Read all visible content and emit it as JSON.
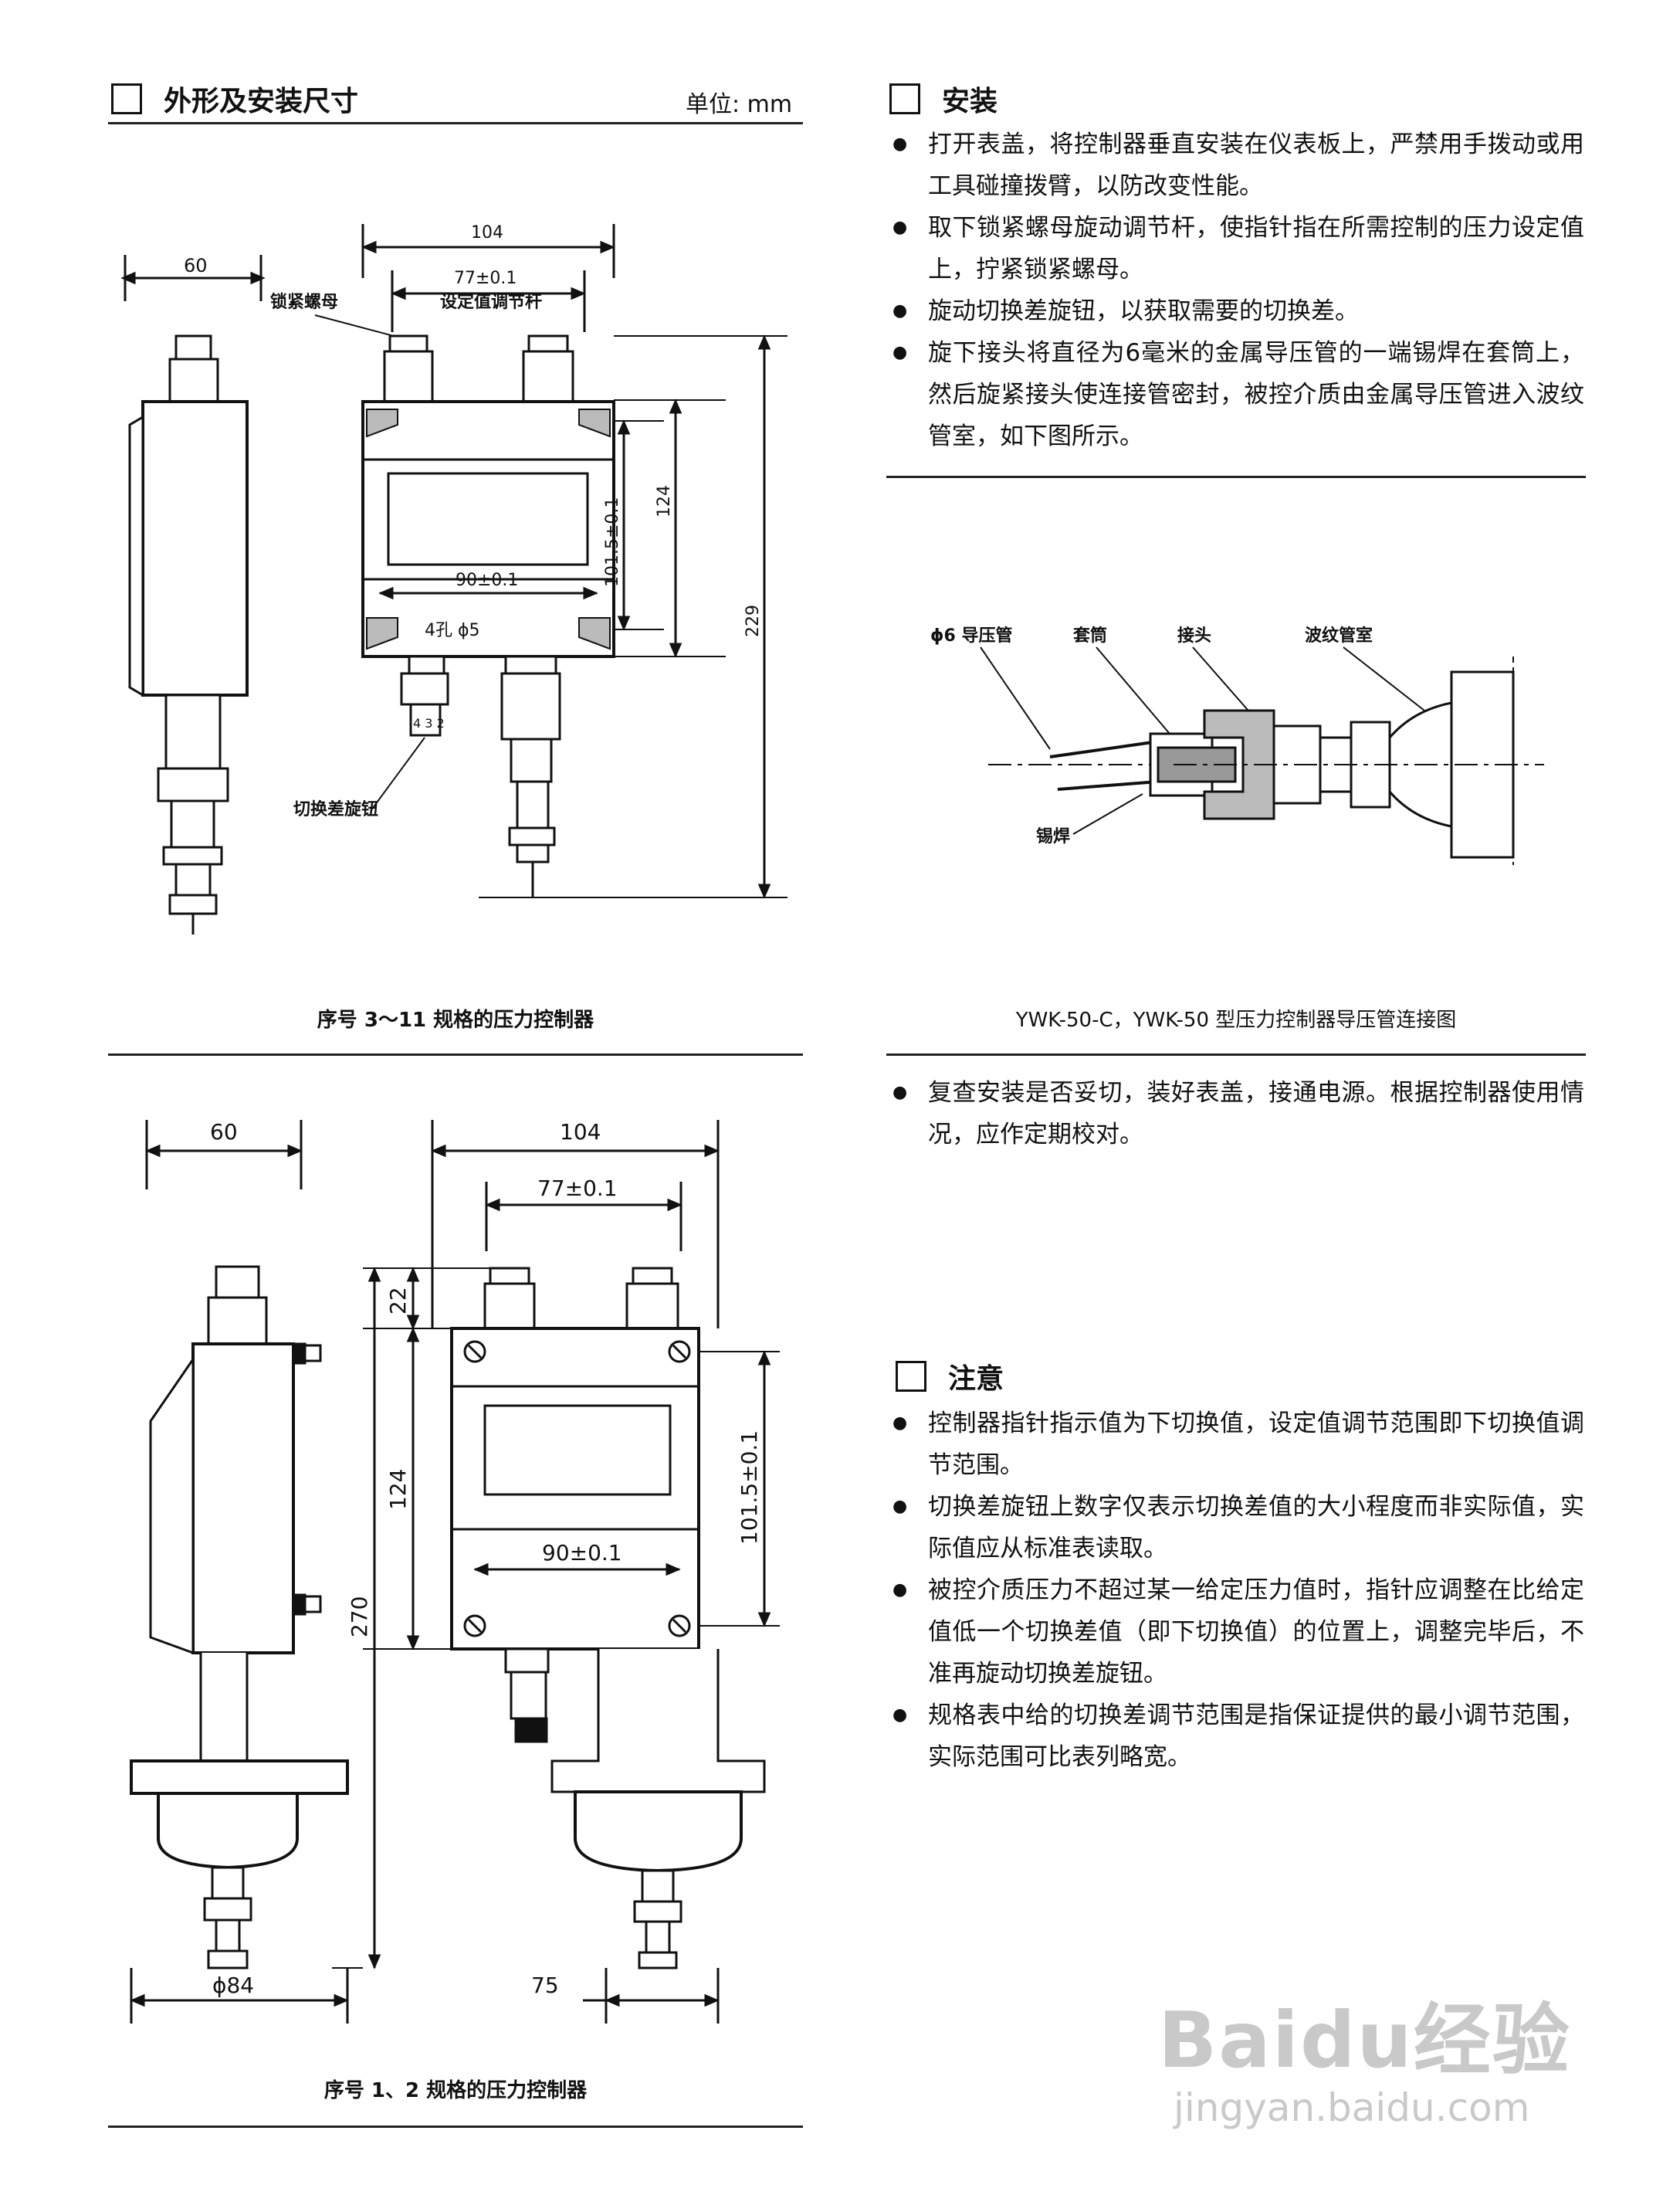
{
  "left": {
    "section_title": "外形及安装尺寸",
    "unit": "单位: mm",
    "fig1": {
      "caption": "序号 3～11 规格的压力控制器",
      "dims": {
        "w60": "60",
        "w104": "104",
        "w77": "77±0.1",
        "w90": "90±0.1",
        "h101": "101.5±0.1",
        "h124": "124",
        "h229": "229",
        "holes": "4孔 ϕ5",
        "knob_digits": "4 3 2"
      },
      "labels": {
        "lock_nut": "锁紧螺母",
        "set_rod": "设定值调节杆",
        "diff_knob": "切换差旋钮"
      }
    },
    "fig2": {
      "caption": "序号 1、2 规格的压力控制器",
      "dims": {
        "w60": "60",
        "w104": "104",
        "w77": "77±0.1",
        "w90": "90±0.1",
        "h22": "22",
        "h124": "124",
        "h270": "270",
        "h101": "101.5±0.1",
        "d84": "ϕ84",
        "w75": "75"
      }
    }
  },
  "right": {
    "install": {
      "title": "安装",
      "items": [
        "打开表盖，将控制器垂直安装在仪表板上，严禁用手拨动或用工具碰撞拨臂，以防改变性能。",
        "取下锁紧螺母旋动调节杆，使指针指在所需控制的压力设定值上，拧紧锁紧螺母。",
        "旋动切换差旋钮，以获取需要的切换差。",
        "旋下接头将直径为6毫米的金属导压管的一端锡焊在套筒上，然后旋紧接头使连接管密封，被控介质由金属导压管进入波纹管室，如下图所示。"
      ]
    },
    "pipe_fig": {
      "caption": "YWK-50-C，YWK-50 型压力控制器导压管连接图",
      "labels": {
        "pipe": "ϕ6 导压管",
        "sleeve": "套筒",
        "joint": "接头",
        "bellows": "波纹管室",
        "solder": "锡焊"
      }
    },
    "install_extra": [
      "复查安装是否妥切，装好表盖，接通电源。根据控制器使用情况，应作定期校对。"
    ],
    "notes": {
      "title": "注意",
      "items": [
        "控制器指针指示值为下切换值，设定值调节范围即下切换值调节范围。",
        "切换差旋钮上数字仅表示切换差值的大小程度而非实际值，实际值应从标准表读取。",
        "被控介质压力不超过某一给定压力值时，指针应调整在比给定值低一个切换差值（即下切换值）的位置上，调整完毕后，不准再旋动切换差旋钮。",
        "规格表中给的切换差调节范围是指保证提供的最小调节范围，实际范围可比表列略宽。"
      ]
    }
  },
  "watermark": {
    "logo": "Baidu经验",
    "url": "jingyan.baidu.com"
  }
}
